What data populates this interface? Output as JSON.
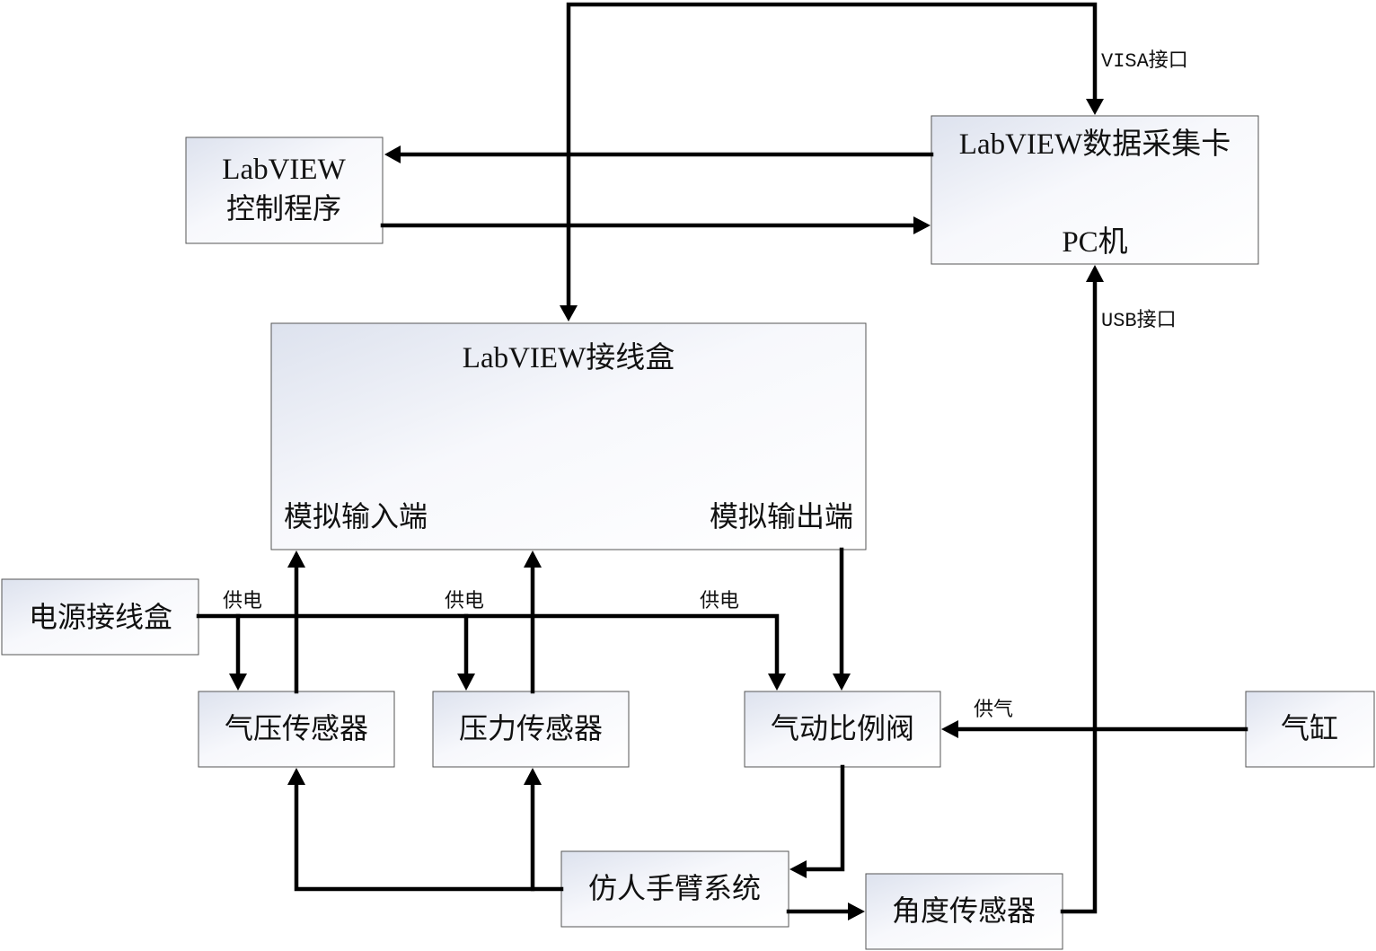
{
  "nodes": {
    "labview_program": {
      "line1": "LabVIEW",
      "line2": "控制程序"
    },
    "pc": {
      "title": "LabVIEW数据采集卡",
      "subtitle": "PC机"
    },
    "junction_box": {
      "title": "LabVIEW接线盒",
      "analog_in": "模拟输入端",
      "analog_out": "模拟输出端"
    },
    "power_box": {
      "label": "电源接线盒"
    },
    "air_pressure_sensor": {
      "label": "气压传感器"
    },
    "force_sensor": {
      "label": "压力传感器"
    },
    "pneumatic_valve": {
      "label": "气动比例阀"
    },
    "cylinder": {
      "label": "气缸"
    },
    "arm_system": {
      "label": "仿人手臂系统"
    },
    "angle_sensor": {
      "label": "角度传感器"
    }
  },
  "edge_labels": {
    "visa": "VISA接口",
    "usb": "USB接口",
    "power_1": "供电",
    "power_2": "供电",
    "power_3": "供电",
    "air_supply": "供气"
  }
}
